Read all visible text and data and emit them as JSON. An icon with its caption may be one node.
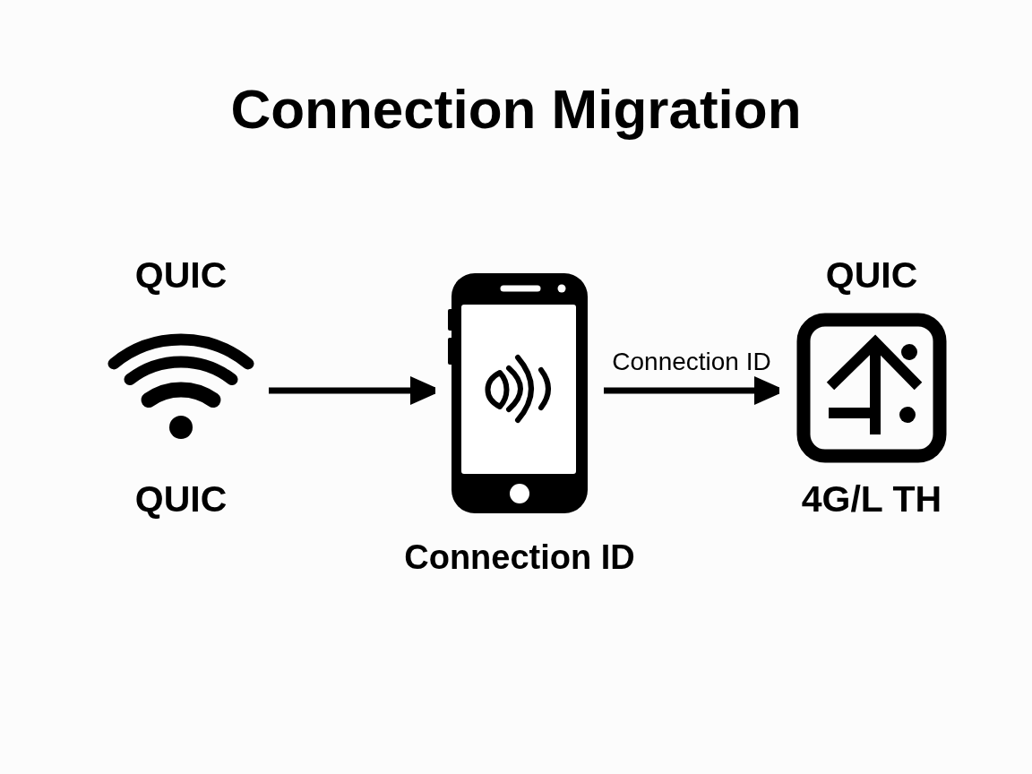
{
  "diagram": {
    "title": "Connection Migration",
    "nodes": [
      {
        "text": [
          "QUIC",
          "QUIC"
        ]
      },
      {
        "text": [],
        "shape": "picture",
        "beside": [
          "Connection ID"
        ]
      },
      {
        "text": [
          "QUIC",
          "4G/L TH"
        ]
      }
    ],
    "edges": [
      {
        "from": 0,
        "to": 1,
        "arrow": "to"
      },
      {
        "from": 1,
        "to": 2,
        "arrow": "to",
        "label": "Connection ID"
      }
    ]
  }
}
